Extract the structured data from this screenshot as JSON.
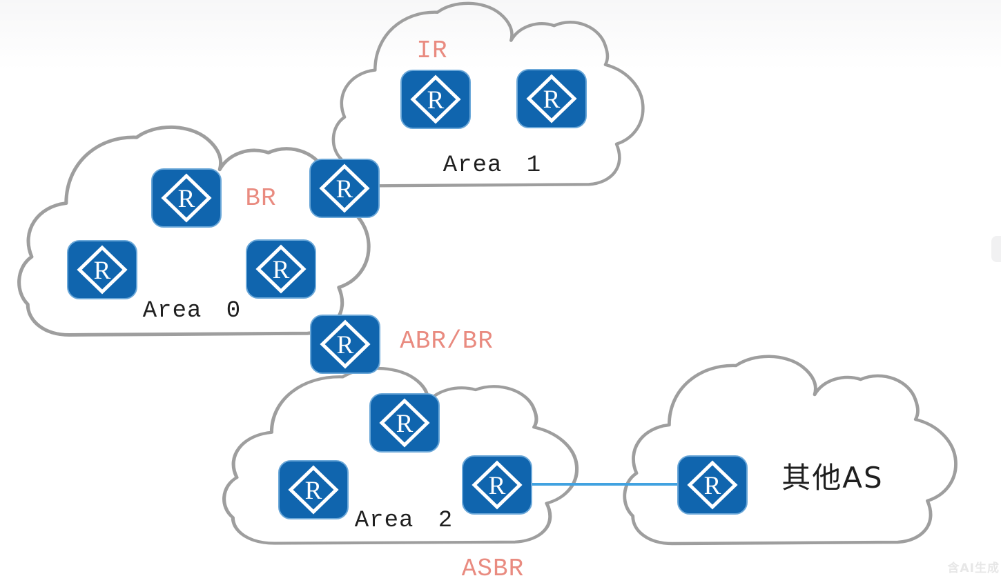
{
  "areas": [
    {
      "label": "Area 1"
    },
    {
      "label": "Area 0"
    },
    {
      "label": "Area 2"
    },
    {
      "label": "其他AS"
    }
  ],
  "role_labels": {
    "ir": "IR",
    "br": "BR",
    "abr_br": "ABR/BR",
    "asbr": "ASBR"
  },
  "router_glyph": "R",
  "watermark": "含AI生成",
  "colors": {
    "router_blue": "#1065ae",
    "router_rim": "#6aa7d8",
    "cloud_outline": "#9e9e9e",
    "link_blue": "#41a2e0",
    "role_label": "#e98b80",
    "area_label": "#1f1f1f",
    "watermark_gray": "#e7e7e7"
  }
}
